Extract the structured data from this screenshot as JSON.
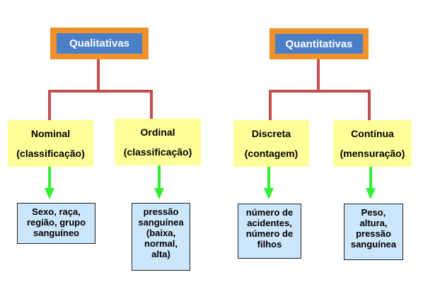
{
  "groups": [
    {
      "title": "Qualitativas",
      "types": [
        {
          "name": "Nominal",
          "kind": "(classificação)",
          "examples": "Sexo, raça,\nregião, grupo\nsanguíneo"
        },
        {
          "name": "Ordinal",
          "kind": "(classificação)",
          "examples": "pressão\nsanguínea\n(baixa,\nnormal,\nalta)"
        }
      ]
    },
    {
      "title": "Quantitativas",
      "types": [
        {
          "name": "Discreta",
          "kind": "(contagem)",
          "examples": "número de\nacidentes,\nnúmero de\nfilhos"
        },
        {
          "name": "Contínua",
          "kind": "(mensuração)",
          "examples": "Peso,\naltura,\npressão\nsanguínea"
        }
      ]
    }
  ],
  "colors": {
    "root_outer": "#f0922b",
    "root_inner": "#4a7ec7",
    "connector": "#c0504d",
    "category_fill": "#ffff99",
    "arrow": "#33ee33",
    "example_fill": "#cce6fb"
  }
}
